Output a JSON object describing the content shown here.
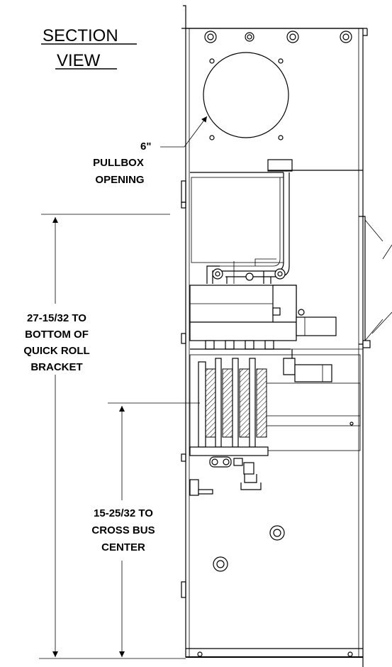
{
  "title": {
    "line1": "SECTION",
    "line2": "VIEW"
  },
  "callouts": {
    "pullbox": {
      "line1": "6\"",
      "line2": "PULLBOX",
      "line3": "OPENING"
    },
    "quick_roll": {
      "line1": "27-15/32 TO",
      "line2": "BOTTOM OF",
      "line3": "QUICK ROLL",
      "line4": "BRACKET"
    },
    "cross_bus": {
      "line1": "15-25/32 TO",
      "line2": "CROSS BUS",
      "line3": "CENTER"
    }
  }
}
